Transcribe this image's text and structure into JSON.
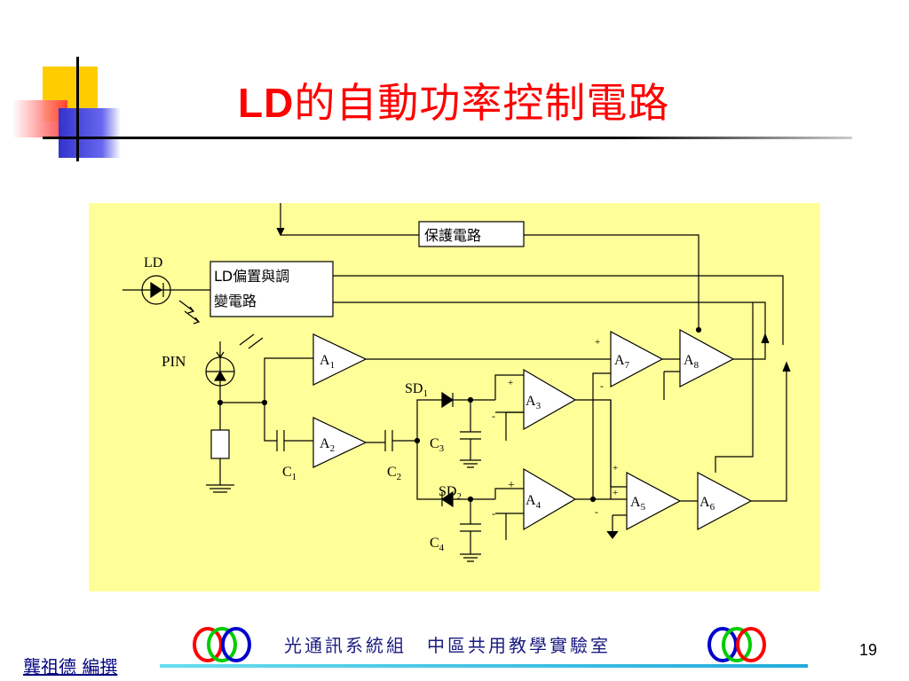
{
  "slide": {
    "title_latin": "LD",
    "title_cjk": "的自動功率控制電路",
    "page_number": "19",
    "author": "龔祖德  編撰",
    "group": "光通訊系統組　中區共用教學實驗室"
  },
  "diagram": {
    "protect_label": "保護電路",
    "bias_line1": "LD偏置與調",
    "bias_line2": "變電路",
    "ld_label": "LD",
    "pin_label": "PIN",
    "sd1": "SD",
    "sd1_sub": "1",
    "sd2": "SD",
    "sd2_sub": "2",
    "c1": "C",
    "c1_sub": "1",
    "c2": "C",
    "c2_sub": "2",
    "c3": "C",
    "c3_sub": "3",
    "c4": "C",
    "c4_sub": "4",
    "a1": "A",
    "a1_sub": "1",
    "a2": "A",
    "a2_sub": "2",
    "a3": "A",
    "a3_sub": "3",
    "a4": "A",
    "a4_sub": "4",
    "a5": "A",
    "a5_sub": "5",
    "a6": "A",
    "a6_sub": "6",
    "a7": "A",
    "a7_sub": "7",
    "a8": "A",
    "a8_sub": "8",
    "plus": "+",
    "minus": "-"
  },
  "colors": {
    "title": "#ff0000",
    "panel": "#ffff99",
    "ring_blue": "#0000cc",
    "ring_red": "#ff0000",
    "ring_green": "#00cc00"
  }
}
